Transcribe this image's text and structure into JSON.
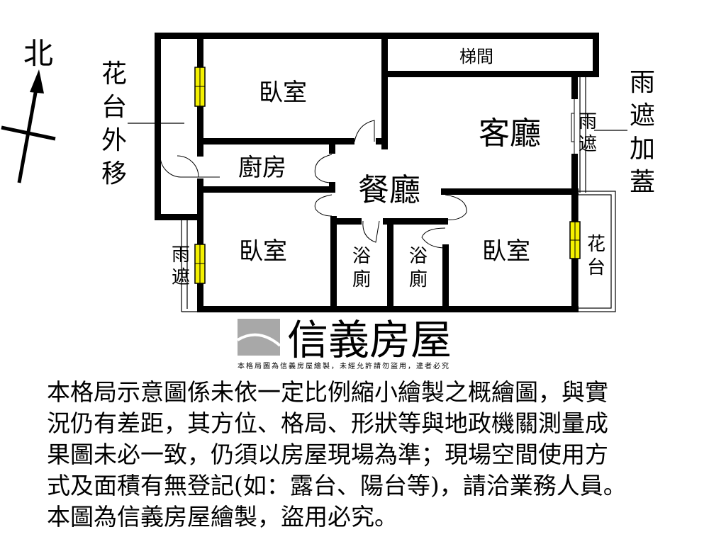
{
  "compass": {
    "north_label": "北"
  },
  "rooms": {
    "bedroom_top": "臥室",
    "stairwell": "梯間",
    "living_room": "客廳",
    "kitchen": "廚房",
    "dining_room": "餐廳",
    "bedroom_bottom_left": "臥室",
    "bath_1": [
      "浴",
      "廁"
    ],
    "bath_2": [
      "浴",
      "廁"
    ],
    "bedroom_bottom_right": "臥室"
  },
  "annotations": {
    "planter_moved_out": [
      "花",
      "台",
      "外",
      "移"
    ],
    "rain_shelter_roof": [
      "雨",
      "遮",
      "加",
      "蓋"
    ],
    "rain_shelter_right": [
      "雨",
      "遮"
    ],
    "rain_shelter_left": [
      "雨",
      "遮"
    ],
    "planter_right": [
      "花",
      "台"
    ]
  },
  "watermark": {
    "brand": "信義房屋",
    "notice": "本格局圖為信義房屋繪製，未經允許請勿盜用，違者必究"
  },
  "colors": {
    "window": "#f4f000",
    "wall": "#000000",
    "watermark": "#a8a8a8"
  },
  "disclaimer": {
    "lines": [
      "本格局示意圖係未依一定比例縮小繪製之概繪圖，與實",
      "況仍有差距，其方位、格局、形狀等與地政機關測量成",
      "果圖未必一致，仍須以房屋現場為準；現場空間使用方",
      "式及面積有無登記(如：露台、陽台等)，請洽業務人員。",
      "本圖為信義房屋繪製，盜用必究。"
    ]
  }
}
